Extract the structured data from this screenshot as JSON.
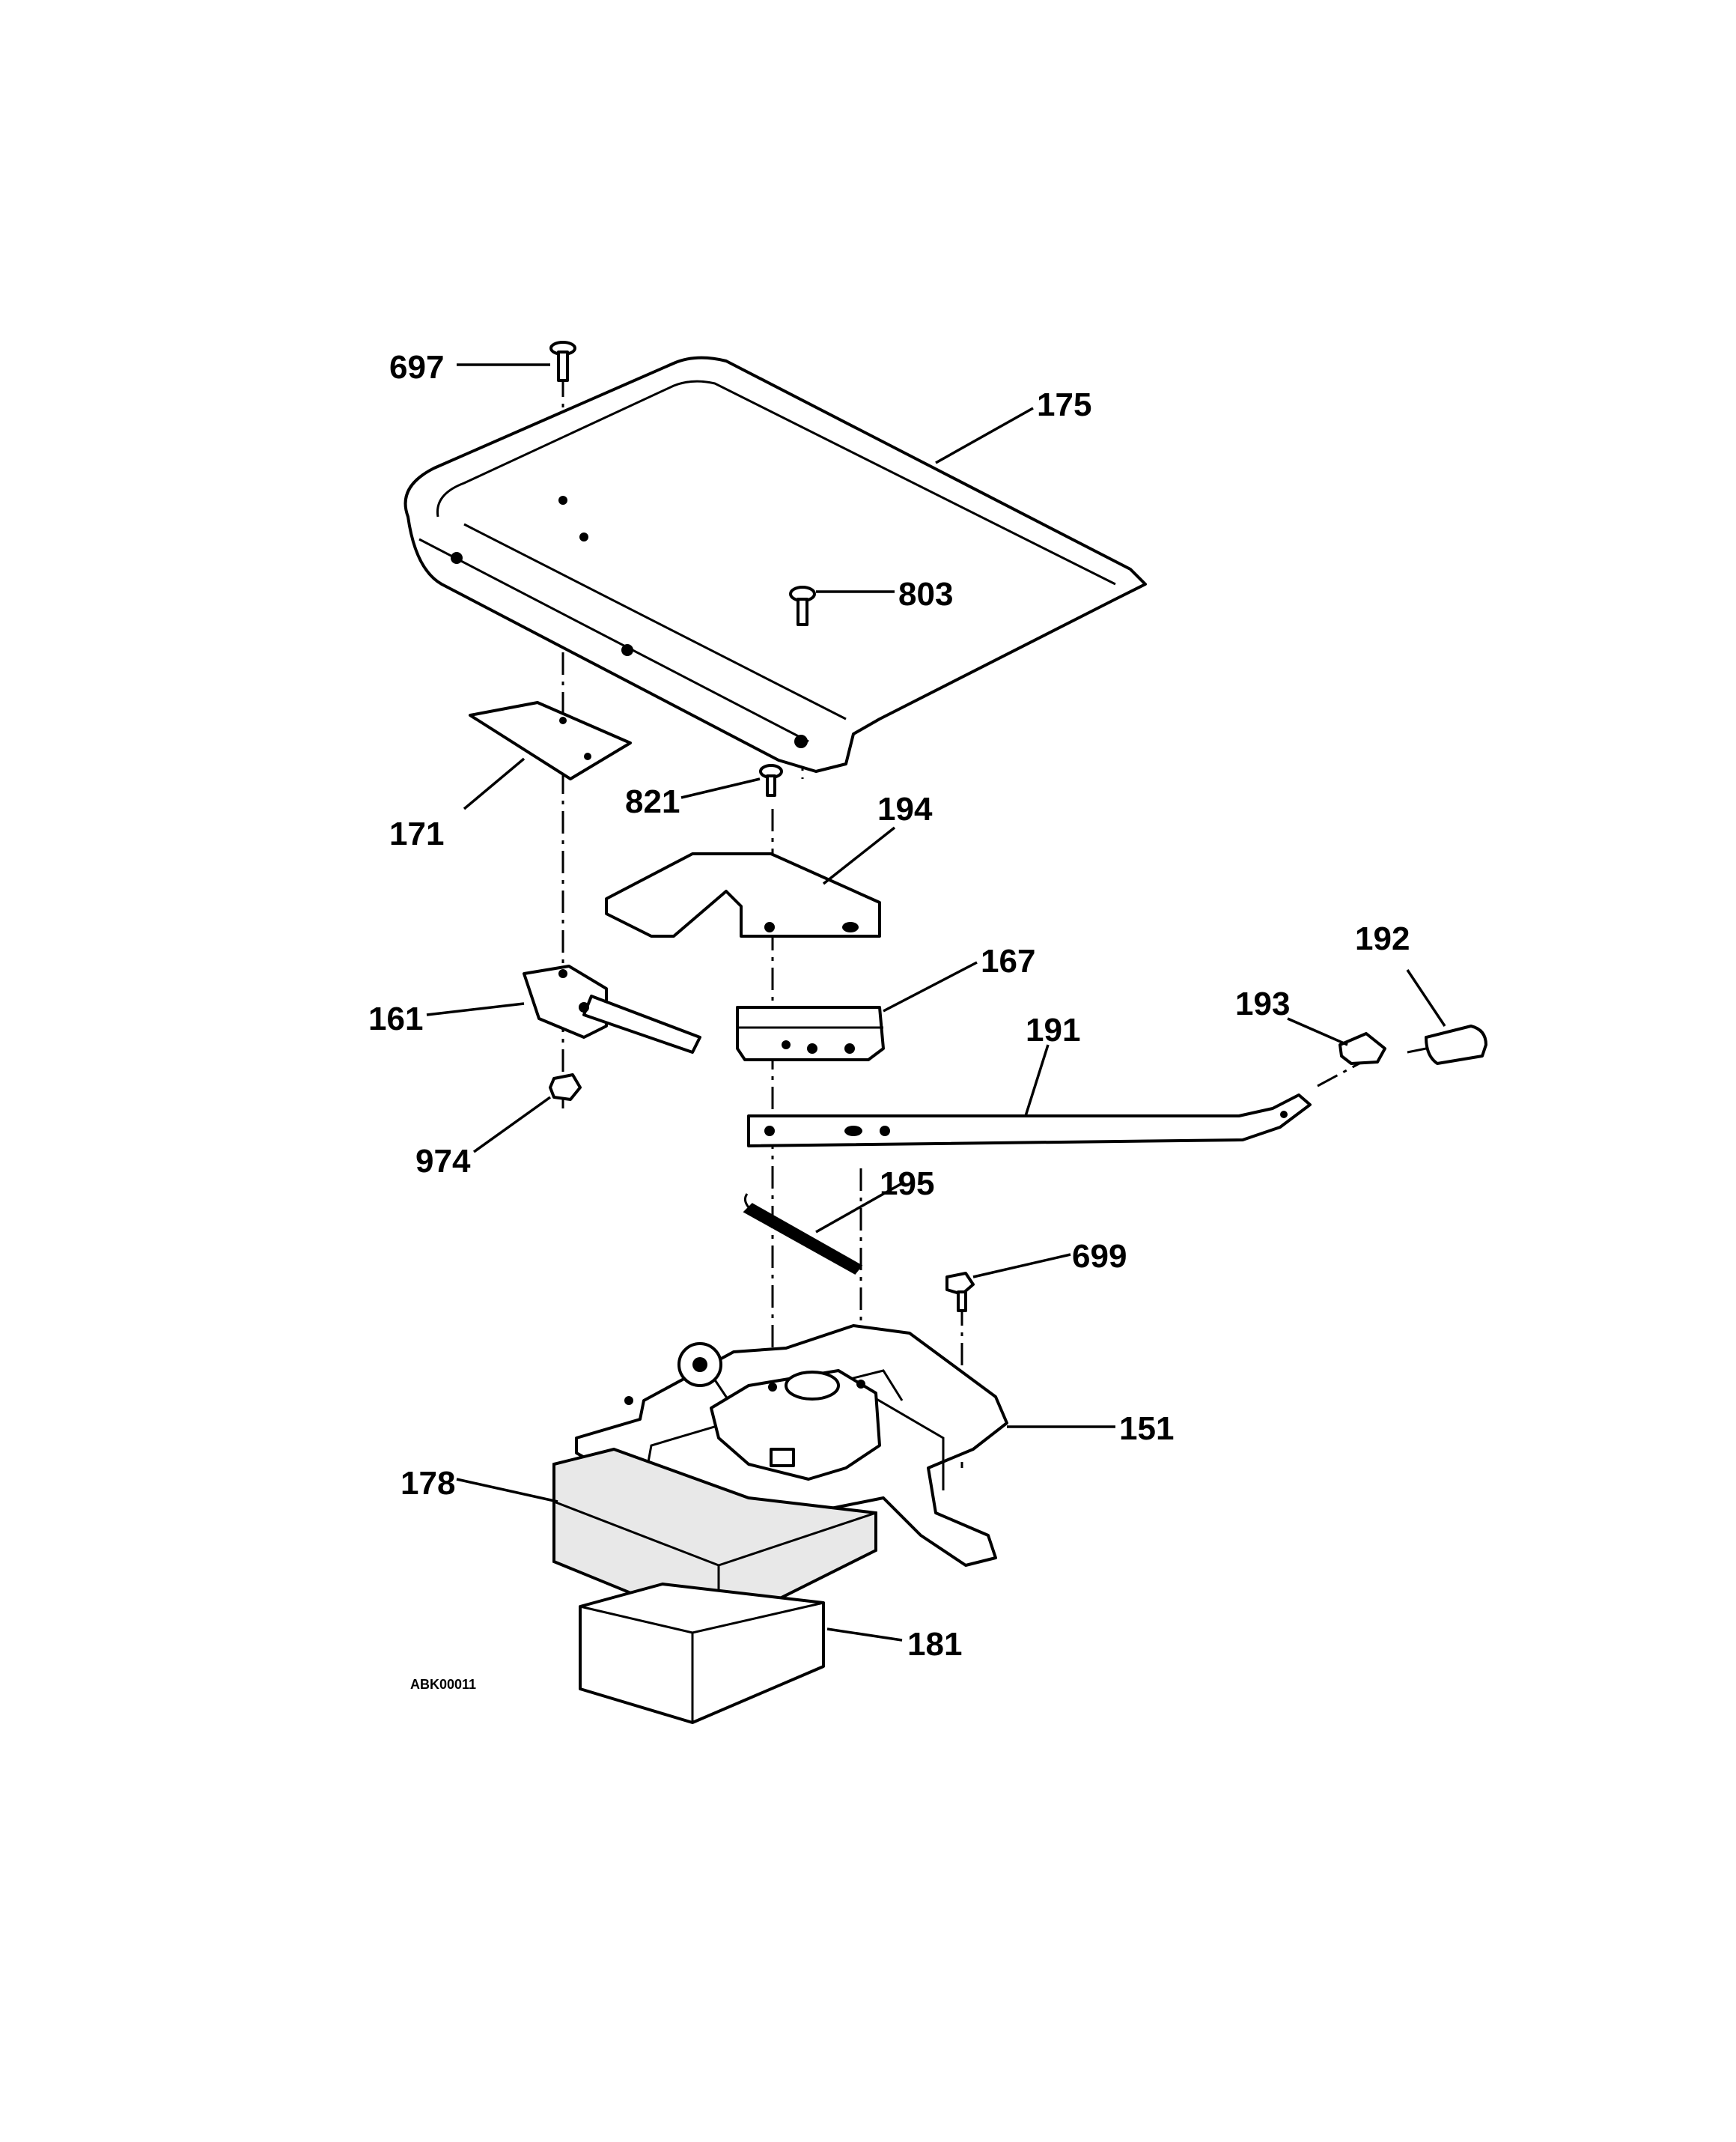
{
  "diagram_code": "ABK00011",
  "callouts": [
    {
      "id": "697",
      "label": "697"
    },
    {
      "id": "175",
      "label": "175"
    },
    {
      "id": "803",
      "label": "803"
    },
    {
      "id": "171",
      "label": "171"
    },
    {
      "id": "821",
      "label": "821"
    },
    {
      "id": "194",
      "label": "194"
    },
    {
      "id": "192",
      "label": "192"
    },
    {
      "id": "193",
      "label": "193"
    },
    {
      "id": "167",
      "label": "167"
    },
    {
      "id": "161",
      "label": "161"
    },
    {
      "id": "191",
      "label": "191"
    },
    {
      "id": "974",
      "label": "974"
    },
    {
      "id": "195",
      "label": "195"
    },
    {
      "id": "699",
      "label": "699"
    },
    {
      "id": "151",
      "label": "151"
    },
    {
      "id": "178",
      "label": "178"
    },
    {
      "id": "181",
      "label": "181"
    }
  ]
}
